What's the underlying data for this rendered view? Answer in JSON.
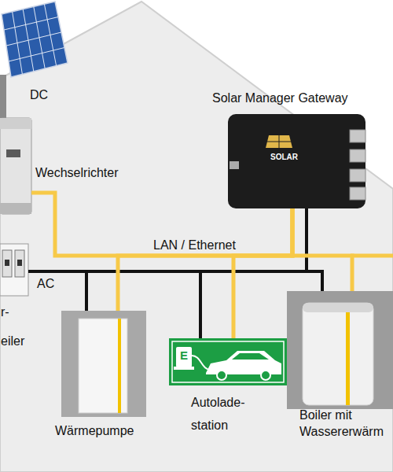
{
  "diagram": {
    "nodes": [
      {
        "text": [
          "Solar Manager Gateway"
        ]
      },
      {
        "text": [
          "Wechselrichter"
        ]
      },
      {
        "text": [
          "r- eiler"
        ]
      },
      {
        "text": [
          "Wärmepumpe"
        ]
      },
      {
        "text": [
          "Autolade- station"
        ]
      },
      {
        "text": [
          "Boiler mit Wassererwärm"
        ]
      }
    ],
    "edges": [
      {
        "from": 0,
        "to": 1,
        "arrow": "none"
      },
      {
        "from": 0,
        "to": 3,
        "arrow": "none"
      },
      {
        "from": 0,
        "to": 4,
        "arrow": "none"
      },
      {
        "from": 0,
        "to": 5,
        "arrow": "none"
      },
      {
        "from": 2,
        "to": 3,
        "arrow": "none"
      },
      {
        "from": 2,
        "to": 4,
        "arrow": "none"
      },
      {
        "from": 2,
        "to": 5,
        "arrow": "none"
      },
      {
        "from": 2,
        "to": 0,
        "arrow": "none"
      }
    ],
    "labels": [
      "DC",
      "SOLAR",
      "LAN / Ethernet",
      "AC",
      "E"
    ]
  }
}
